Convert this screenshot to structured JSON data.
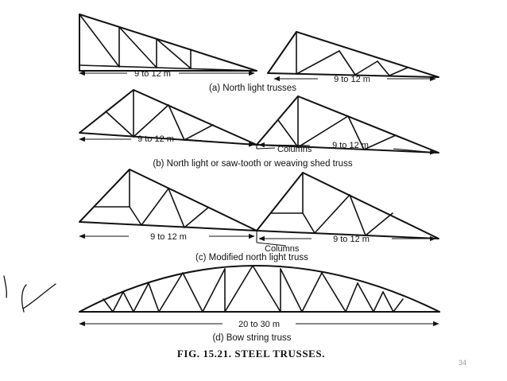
{
  "diagrams": {
    "a": {
      "caption": "(a) North light trusses",
      "left_span": "9 to 12 m",
      "right_span": "9 to 12 m"
    },
    "b": {
      "caption": "(b) North light or saw-tooth or weaving shed truss",
      "left_span": "9 to 12 m",
      "right_span": "9 to 12 m",
      "columns_label": "Columns"
    },
    "c": {
      "caption": "(c) Modified north light truss",
      "left_span": "9 to 12 m",
      "right_span": "9 to 12 m",
      "columns_label": "Columns"
    },
    "d": {
      "caption": "(d) Bow string truss",
      "span": "20 to 30 m"
    }
  },
  "figure_caption": "FIG.  15.21.  STEEL  TRUSSES.",
  "page_number": "34"
}
